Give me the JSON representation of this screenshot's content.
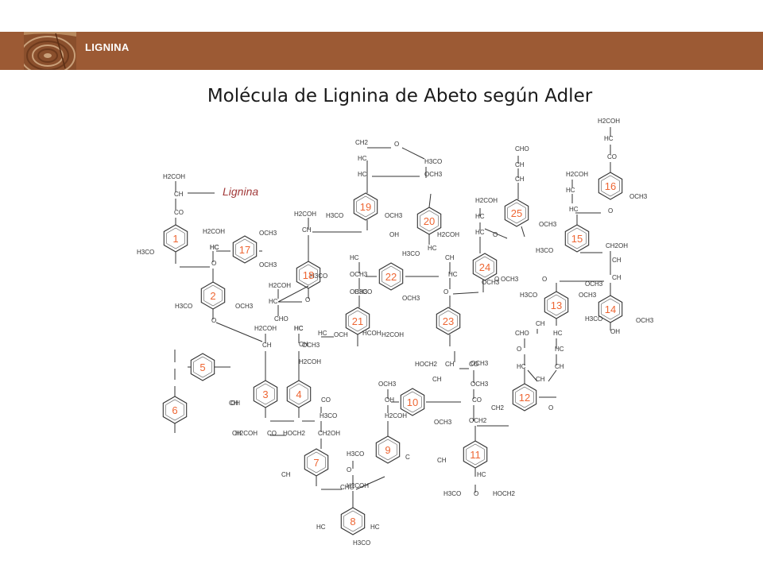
{
  "header": {
    "title": "LIGNINA"
  },
  "page": {
    "title": "Molécula de Lignina de Abeto según Adler"
  },
  "diagram": {
    "label": "Lignina",
    "unit_numbers": [
      "1",
      "2",
      "3",
      "4",
      "5",
      "6",
      "7",
      "8",
      "9",
      "10",
      "11",
      "12",
      "13",
      "14",
      "15",
      "16",
      "17",
      "18",
      "19",
      "20",
      "21",
      "22",
      "23",
      "24",
      "25"
    ],
    "group_labels": [
      "H2COH",
      "CH",
      "CO",
      "H3CO",
      "HC",
      "OCH3",
      "OCH3",
      "H3CO",
      "OCH3",
      "O",
      "H2COH",
      "HC",
      "O",
      "H2COH",
      "CH",
      "CHO",
      "H2COH",
      "HC",
      "O",
      "CH2",
      "HC",
      "HC",
      "O",
      "H3CO",
      "OCH3",
      "H3CO",
      "OCH3",
      "OH",
      "H2COH",
      "HC",
      "HC",
      "OCH3",
      "OCH3",
      "H3CO",
      "OCH3",
      "HC",
      "HCOH",
      "H3CO",
      "OCH",
      "H2COH",
      "CH",
      "HC",
      "O",
      "OCH3",
      "HOCH2",
      "CH",
      "CO",
      "CHO",
      "CH",
      "CH",
      "H2COH",
      "HC",
      "HC",
      "O",
      "OCH3",
      "O",
      "OCH3",
      "H2COH",
      "HC",
      "HC",
      "O",
      "H2COH",
      "HC",
      "CO",
      "OCH3",
      "H3CO",
      "OCH3",
      "CH2OH",
      "CH",
      "CH",
      "O",
      "H3CO",
      "OCH3",
      "H3CO",
      "OCH3",
      "OH",
      "H2COH",
      "CH",
      "HC",
      "OCH3",
      "H3CO",
      "OH",
      "H2COH",
      "HC",
      "CH",
      "H2COH",
      "CH",
      "CO",
      "H3CO",
      "CH2OH",
      "CH",
      "CO",
      "HOCH2",
      "CH",
      "CHO",
      "H3CO",
      "O",
      "H2COH",
      "HC",
      "HC",
      "H3CO",
      "OCH3",
      "OH",
      "H2COH",
      "C",
      "CH",
      "OCH3",
      "OCH3",
      "OCH3",
      "CO",
      "OCH2",
      "CH",
      "HC",
      "H3CO",
      "O",
      "HOCH2",
      "CH",
      "CHO",
      "O",
      "HC",
      "HC",
      "HC",
      "CH",
      "CH",
      "CH2",
      "O",
      "H3CO",
      "OCH3"
    ]
  }
}
